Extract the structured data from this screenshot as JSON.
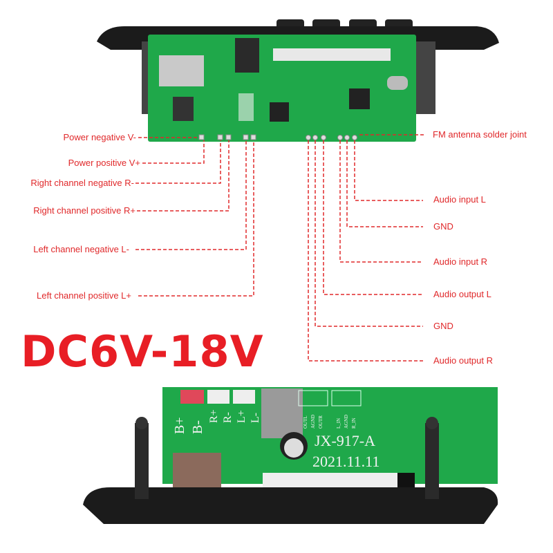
{
  "left_labels": [
    "Power negative V-",
    "Power positive V+",
    "Right channel negative R-",
    "Right channel positive R+",
    "Left channel negative L-",
    "Left channel positive L+"
  ],
  "right_labels": [
    "FM antenna solder joint",
    "Audio input L",
    "GND",
    "Audio input R",
    "Audio output L",
    "GND",
    "Audio output R"
  ],
  "voltage": "DC6V-18V",
  "board": {
    "model": "JX-917-A",
    "date": "2021.11.11",
    "silkscreen": [
      "B+",
      "B-",
      "R+",
      "R-",
      "L+",
      "L-",
      "OUTL",
      "AGND",
      "OUTR",
      "L_IN",
      "AGND",
      "R_IN"
    ]
  },
  "colors": {
    "label": "#e0282a",
    "pcb": "#1fa84a",
    "plate": "#1b1b1b"
  }
}
